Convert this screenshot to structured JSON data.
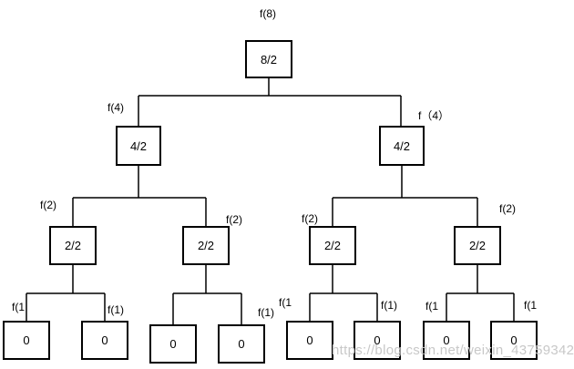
{
  "nodes": {
    "root": "8/2",
    "l": "4/2",
    "r": "4/2",
    "ll": "2/2",
    "lr": "2/2",
    "rl": "2/2",
    "rr": "2/2",
    "lll": "0",
    "llr": "0",
    "lrl": "0",
    "lrr": "0",
    "rll": "0",
    "rlr": "0",
    "rrl": "0",
    "rrr": "0"
  },
  "labels": {
    "root": "f(8)",
    "l": "f(4)",
    "r": "f（4）",
    "ll": "f(2)",
    "lr": "f(2)",
    "rl": "f(2)",
    "rr": "f(2)",
    "lll": "f(1",
    "llr": "f(1)",
    "lrr": "f(1)",
    "rll": "f(1",
    "rlr": "f(1)",
    "rrl": "f(1",
    "rrr": "f(1"
  },
  "watermark": "https://blog.csdn.net/weixin_43759342",
  "colors": {
    "line": "#000000",
    "watermark": "#c8c8c8"
  }
}
